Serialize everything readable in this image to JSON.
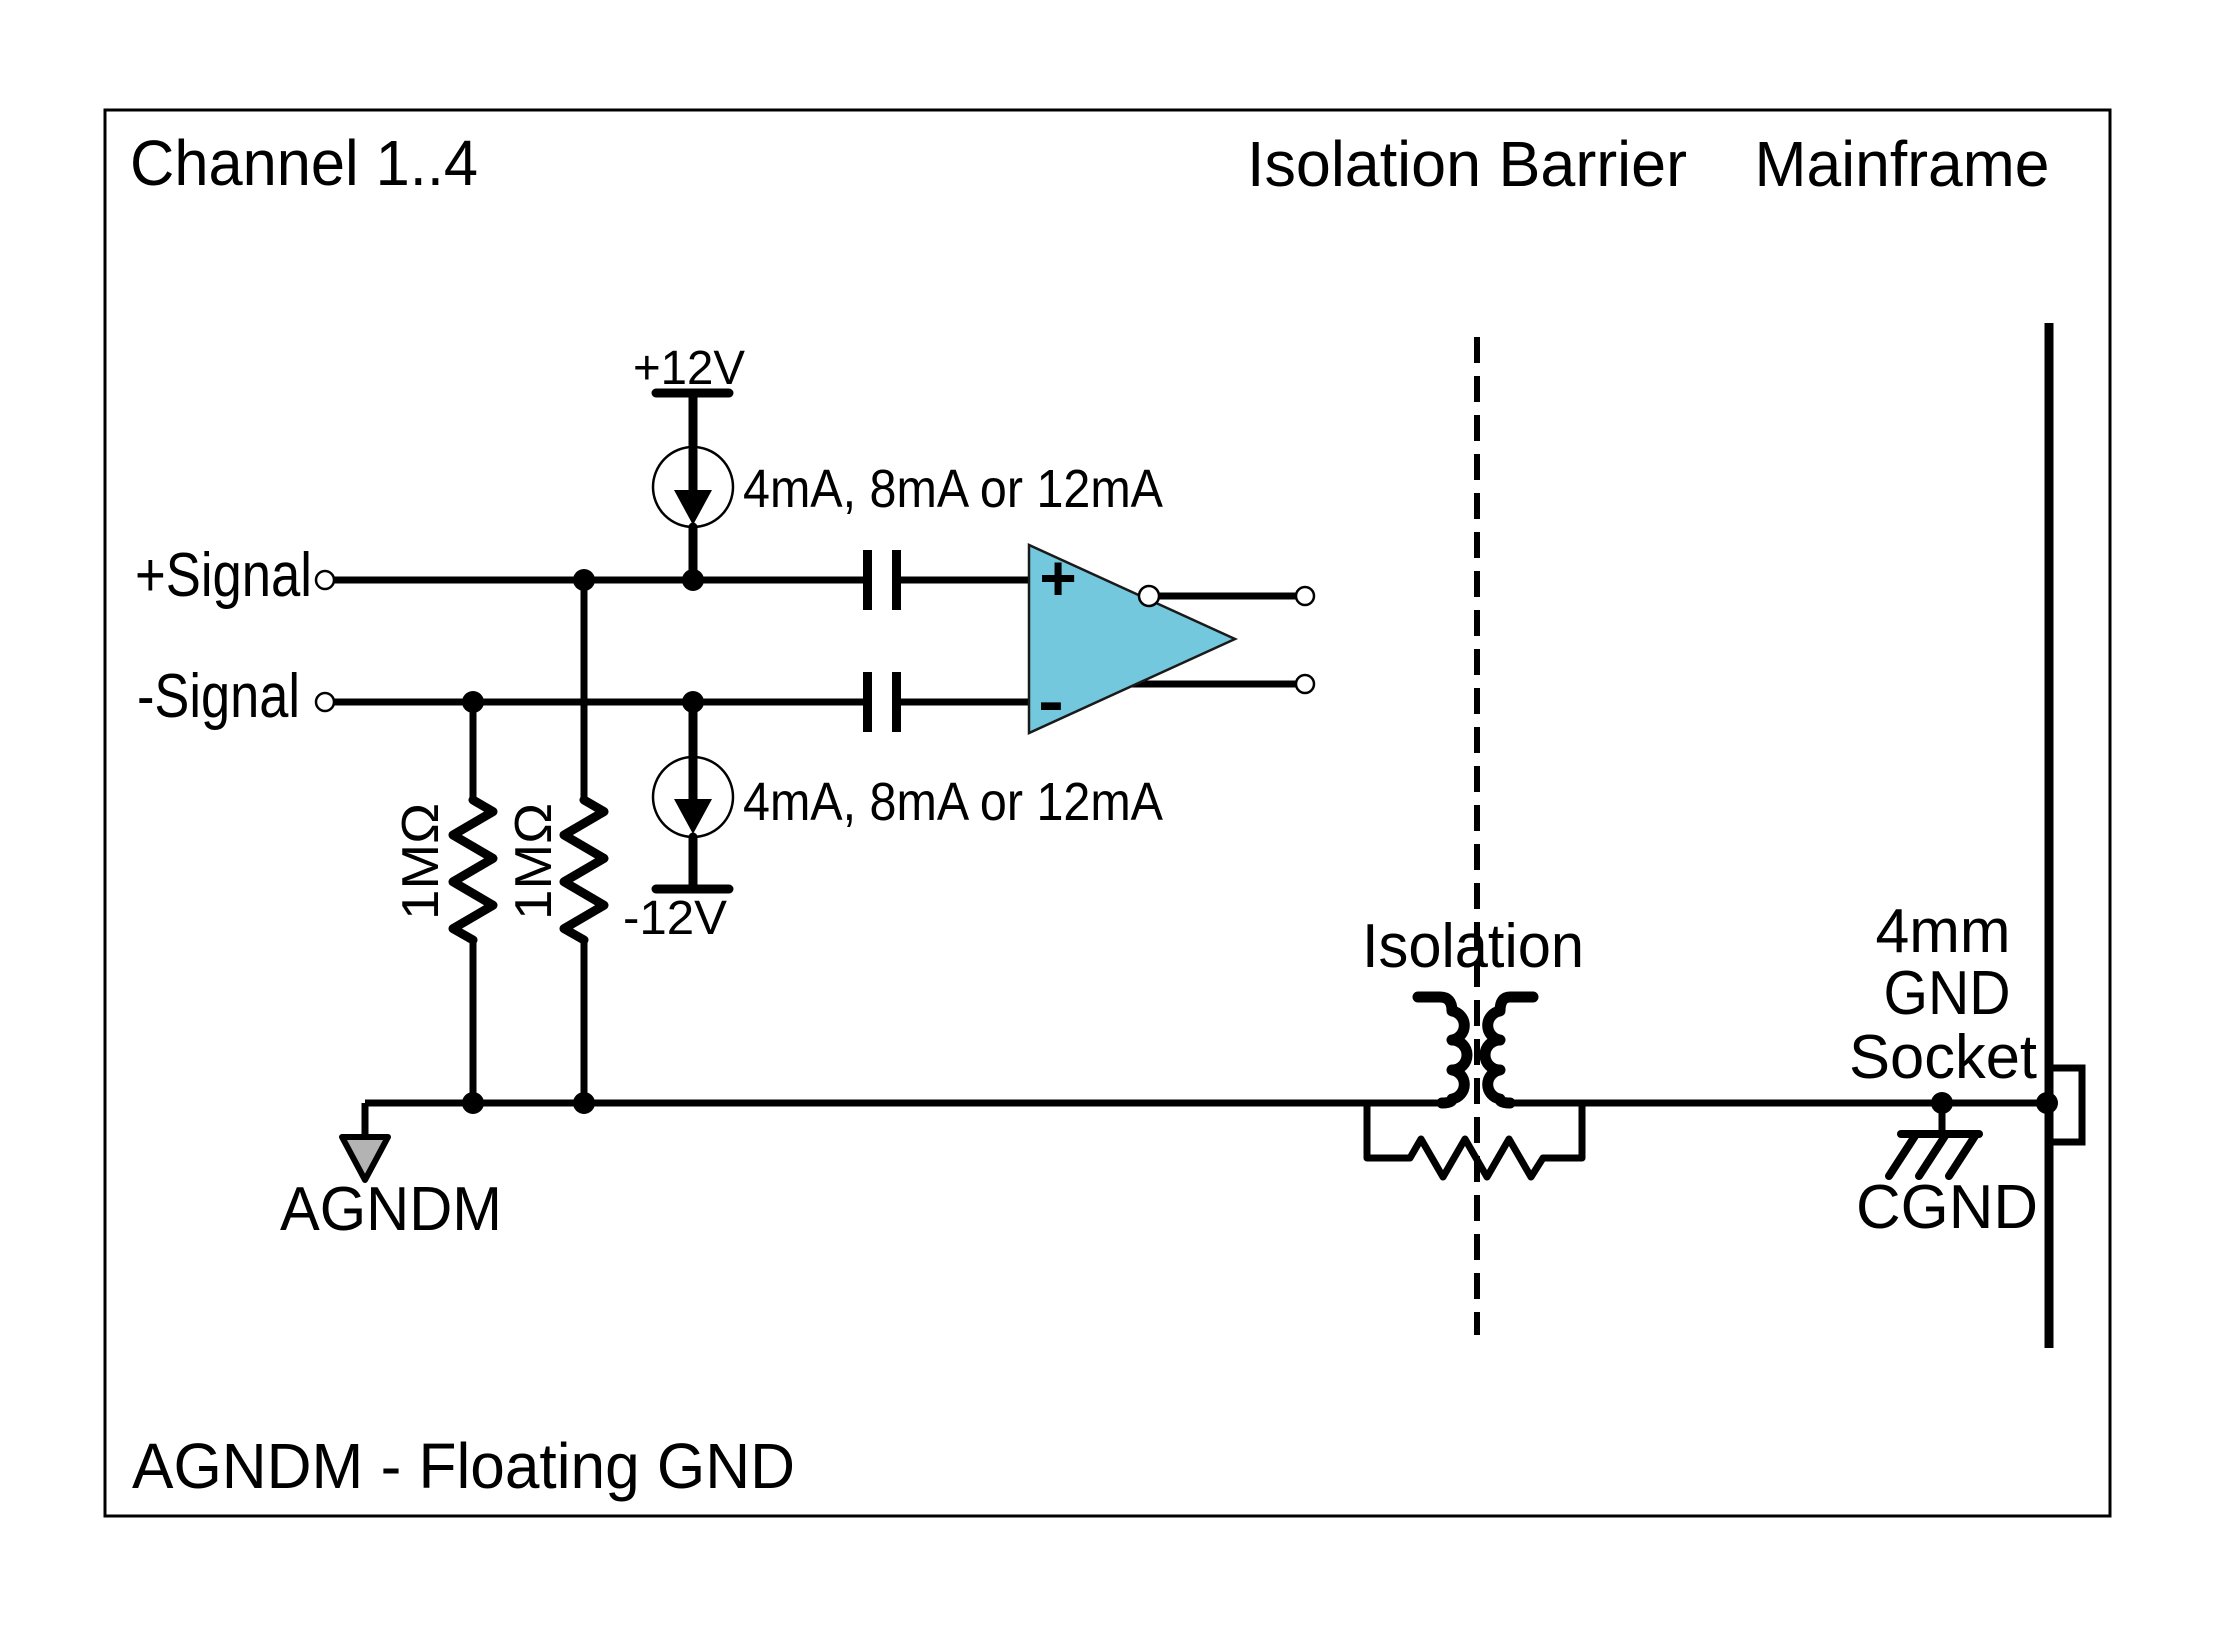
{
  "diagram": {
    "title": "Channel 1..4",
    "header": {
      "isolation_barrier": "Isolation Barrier",
      "mainframe": "Mainframe"
    },
    "inputs": {
      "plus_signal": "+Signal",
      "minus_signal": "-Signal"
    },
    "supplies": {
      "positive": "+12V",
      "negative": "-12V"
    },
    "current_sources": {
      "top_label": "4mA, 8mA or 12mA",
      "bottom_label": "4mA, 8mA or 12mA"
    },
    "resistors": {
      "r1_value": "1MΩ",
      "r2_value": "1MΩ"
    },
    "opamp": {
      "noninverting": "+",
      "inverting": "-"
    },
    "isolation": {
      "transformer_label": "Isolation"
    },
    "socket": {
      "line1": "4mm",
      "line2": "GND",
      "line3": "Socket"
    },
    "grounds": {
      "agndm": "AGNDM",
      "cgnd": "CGND"
    },
    "footer": "AGNDM - Floating GND",
    "colors": {
      "opamp_fill": "#73C8DE",
      "agndm_arrow_fill": "#B3B3B3",
      "line_color": "#000000"
    }
  }
}
